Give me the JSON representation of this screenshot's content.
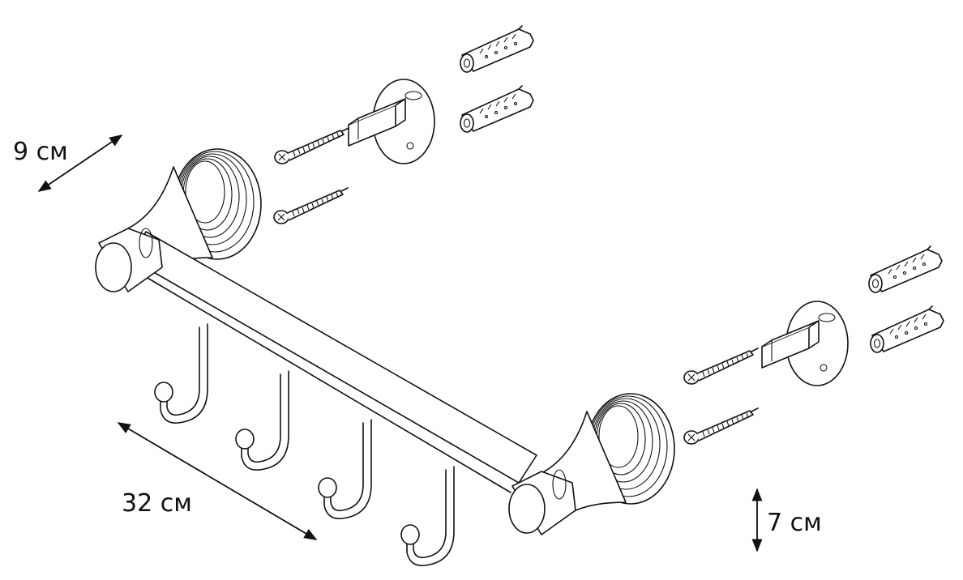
{
  "dimensions": {
    "depth": "9 см",
    "length": "32 см",
    "height": "7 см"
  },
  "icons": {
    "hook_rack": "towel-rail-with-hooks-illustration",
    "screw": "screw-icon",
    "dowel": "wall-plug-icon",
    "bracket": "mounting-bracket-icon"
  }
}
